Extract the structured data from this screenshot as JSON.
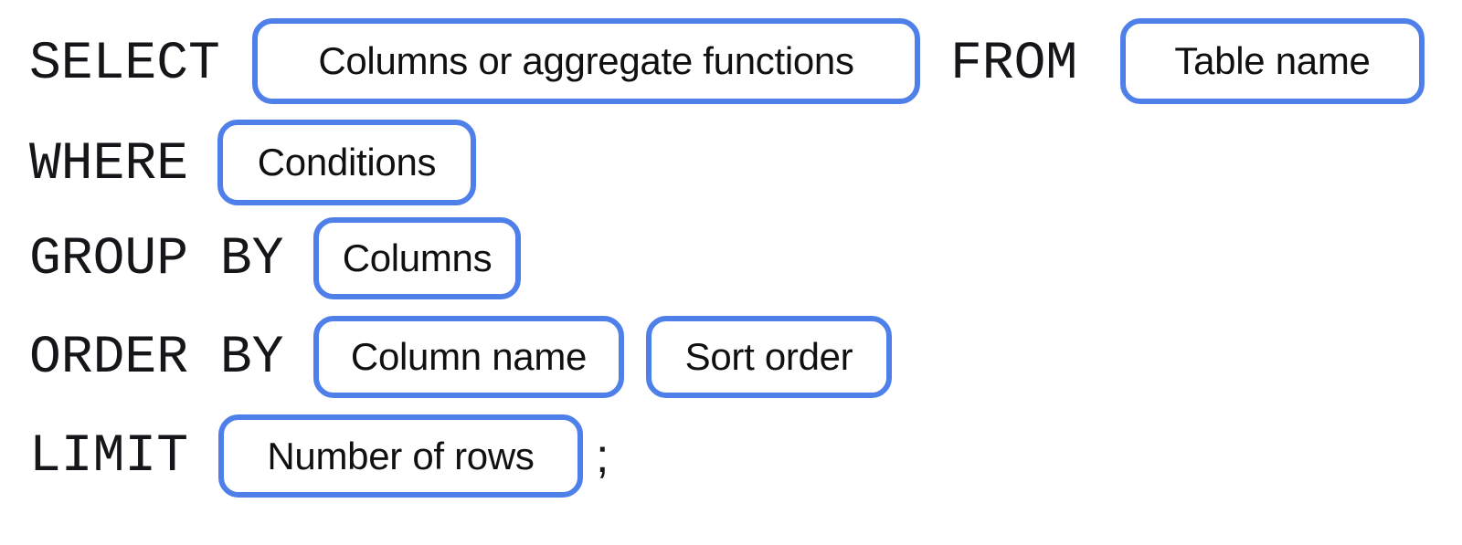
{
  "diagram": {
    "type": "sql-query-syntax-template",
    "title": "SQL SELECT statement syntax skeleton",
    "accent_color": "#4f80ea",
    "box_fill_color": "#ffffff",
    "text_color": "#16161a",
    "background_color": "#ffffff",
    "statement_text": "SELECT Columns or aggregate functions FROM Table name WHERE Conditions GROUP BY Columns ORDER BY Column name Sort order LIMIT Number of rows ;",
    "lines": [
      {
        "keyword": "SELECT",
        "slots": [
          {
            "label": "Columns or aggregate functions"
          }
        ],
        "keyword2": "FROM",
        "slots2": [
          {
            "label": "Table name"
          }
        ]
      },
      {
        "keyword": "WHERE",
        "slots": [
          {
            "label": "Conditions"
          }
        ]
      },
      {
        "keyword": "GROUP BY",
        "slots": [
          {
            "label": "Columns"
          }
        ]
      },
      {
        "keyword": "ORDER BY",
        "slots": [
          {
            "label": "Column name"
          },
          {
            "label": "Sort order"
          }
        ]
      },
      {
        "keyword": "LIMIT",
        "slots": [
          {
            "label": "Number of rows"
          }
        ],
        "terminator": ";"
      }
    ]
  }
}
